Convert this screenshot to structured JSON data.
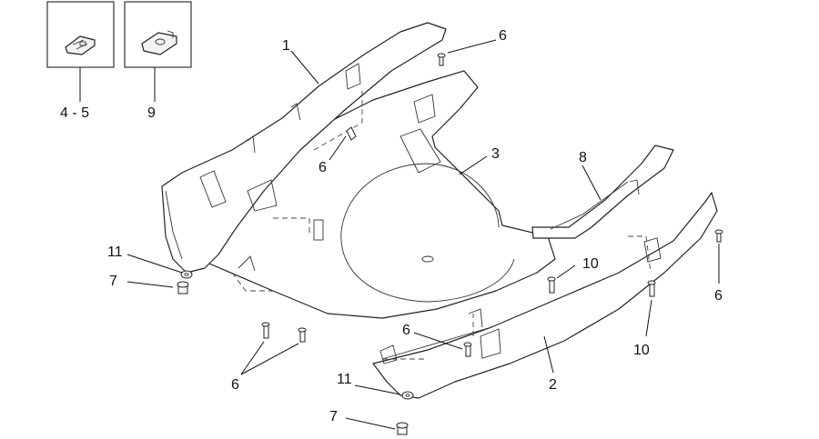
{
  "callouts": {
    "box_left": "4 - 5",
    "box_right": "9",
    "part_1": "1",
    "part_2": "2",
    "part_3": "3",
    "part_8": "8",
    "screw_6_top": "6",
    "screw_6_mid": "6",
    "screw_6_right": "6",
    "screw_6_center": "6",
    "screw_6_bottom": "6",
    "screw_10_mid": "10",
    "screw_10_right": "10",
    "washer_11_left": "11",
    "washer_11_bottom": "11",
    "nut_7_left": "7",
    "nut_7_bottom": "7"
  }
}
